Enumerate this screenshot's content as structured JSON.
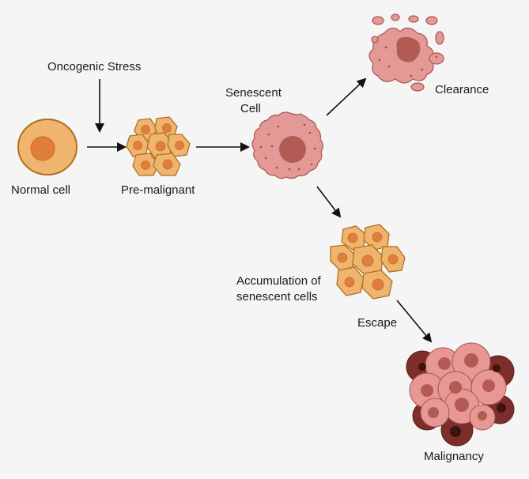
{
  "labels": {
    "oncogenic_stress": "Oncogenic Stress",
    "normal_cell": "Normal cell",
    "pre_malignant": "Pre-malignant",
    "senescent_cell_line1": "Senescent",
    "senescent_cell_line2": "Cell",
    "clearance": "Clearance",
    "accumulation_line1": "Accumulation of",
    "accumulation_line2": "senescent cells",
    "escape": "Escape",
    "malignancy": "Malignancy"
  },
  "colors": {
    "background": "#f5f5f5",
    "normal_cell_fill": "#efb56f",
    "normal_cell_border": "#b0701e",
    "nucleus": "#e07f3c",
    "senescent_fill": "#e39a96",
    "senescent_nucleus": "#b45a55",
    "malignant_light": "#e79894",
    "malignant_dark": "#7c2e2a",
    "arrow": "#111111"
  },
  "icons": [
    "normal-cell-icon",
    "pre-malignant-cluster-icon",
    "senescent-cell-icon",
    "cleared-cell-fragments-icon",
    "senescent-cluster-icon",
    "malignant-tumor-icon"
  ]
}
